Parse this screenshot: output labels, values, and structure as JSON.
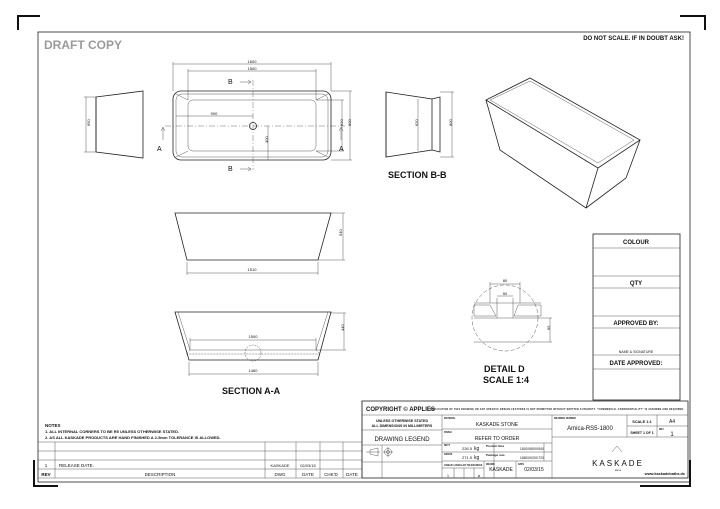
{
  "watermark": "DRAFT COPY",
  "warning": "DO NOT SCALE. IF IN DOUBT ASK!",
  "views": {
    "plan": {
      "dim_length": "1600",
      "dim_inner_length": "1500",
      "dim_drain": "900",
      "dim_drain_y": "400",
      "dim_inner_width": "620",
      "dim_width": "800",
      "section_b": "B",
      "section_a": "A"
    },
    "end": {
      "dim_height": "650"
    },
    "section_bb": {
      "title": "SECTION B-B",
      "dim_inner": "620",
      "dim_outer": "800"
    },
    "side": {
      "dim_height": "540",
      "dim_base": "1510"
    },
    "section_aa": {
      "title": "SECTION A-A",
      "dim_inner": "1500",
      "dim_base": "1460",
      "dim_depth": "440"
    },
    "detail_d": {
      "title": "DETAIL D",
      "scale": "SCALE 1:4",
      "dim_outer": "80",
      "dim_inner": "50",
      "dim_height": "65"
    }
  },
  "approvals": {
    "colour": "COLOUR",
    "qty": "QTY",
    "approved_by": "APPROVED BY:",
    "name_signature": "NAME & SIGNATURE",
    "date_approved": "DATE APPROVED:"
  },
  "notes": {
    "title": "NOTES",
    "items": [
      "1. ALL INTERNAL CORNERS TO BE R5 UNLESS OTHERWISE STATED.",
      "2. AS ALL KASKADE PRODUCTS ARE HAND FINISHED A 2-5mm TOLERANCE IS ALLOWED."
    ]
  },
  "revisions": {
    "headers": [
      "REV",
      "DESCRIPTION",
      "DWG",
      "DATE",
      "CHK'D",
      "DATE"
    ],
    "rows": [
      {
        "rev": "1",
        "description": "RELEASE DATE.",
        "dwg": "KASKADE",
        "date": "02/03/15"
      }
    ]
  },
  "title_block": {
    "copyright": "COPYRIGHT © APPLIES",
    "copyright_note": "DUPLICATION OF THIS DRAWING OR ANY SPECIFIC DESIGN FEATURES IS NOT PERMITTED WITHOUT WRITTEN AUTHORITY. \"COMMERCIAL CONFIDENTIALITY\" IS ASSUMED AND REQUIRED.",
    "units_1": "UNLESS OTHERWISE STATED",
    "units_2": "ALL DIMENSIONS IN MILLIMETERS",
    "drawing_legend": "DRAWING LEGEND",
    "material_label": "MATERIAL",
    "material": "KASKADE STONE",
    "finish_label": "FINISH",
    "finish": "REFER TO ORDER",
    "nett_label": "NETT",
    "nett": "226.5",
    "gross_label": "GROSS",
    "gross": "271.5",
    "kg": "kg",
    "product_size_label": "Product Size",
    "product_size": "1800X800X540",
    "package_size_label": "Package size",
    "package_size": "1880X920X720",
    "tolerances_label": "LINEAR / ANGULAR TOLERANCES",
    "tol_value": "1",
    "tol_symbol": "ø",
    "drawn_label": "DRAWN",
    "drawn": "KASKADE",
    "date_label": "DATE",
    "date": "02/03/15",
    "drawing_number_label": "DRAWING NUMBER",
    "drawing_number": "Amica-RS5-1800",
    "scale": "SCALE 1:1",
    "paper": "A4",
    "sheet": "SHEET 1 OF 1",
    "rev_label": "REV",
    "rev": "1",
    "logo": "KASKADE",
    "logo_sub": "BATHS",
    "website": "www.kaskadebaths.de"
  }
}
